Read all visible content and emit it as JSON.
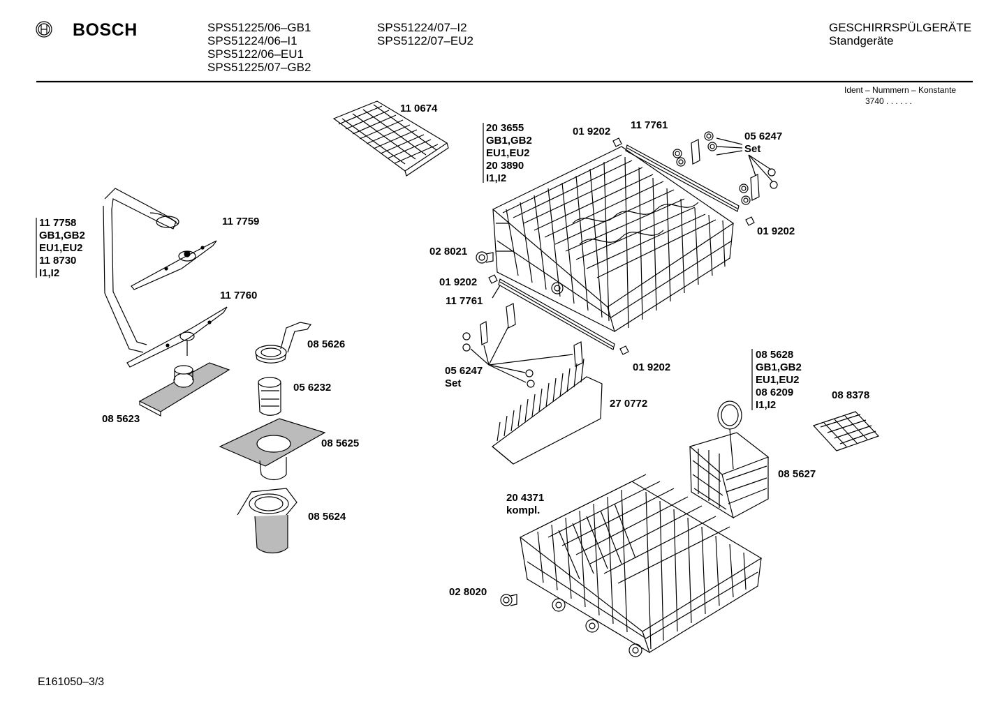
{
  "header": {
    "brand": "BOSCH",
    "models_col1": [
      "SPS51225/06–GB1",
      "SPS51224/06–I1",
      "SPS5122/06–EU1",
      "SPS51225/07–GB2"
    ],
    "models_col2": [
      "SPS51224/07–I2",
      "SPS5122/07–EU2"
    ],
    "category": "GESCHIRRSPÜLGERÄTE",
    "subcategory": "Standgeräte",
    "ident_label": "Ident – Nummern – Konstante",
    "ident_value": "3740 . . . . . ."
  },
  "footer": {
    "doc_id": "E161050–3/3"
  },
  "callouts": {
    "c110674": [
      "11 0674"
    ],
    "c203655": [
      "20 3655",
      "GB1,GB2",
      "EU1,EU2",
      "20 3890",
      "I1,I2"
    ],
    "c019202_top": [
      "01 9202"
    ],
    "c117761_top": [
      "11 7761"
    ],
    "c056247_top": [
      "05 6247",
      "Set"
    ],
    "c019202_right": [
      "01 9202"
    ],
    "c028021": [
      "02 8021"
    ],
    "c019202_left": [
      "01 9202"
    ],
    "c117761_left": [
      "11 7761"
    ],
    "c056247_left": [
      "05 6247",
      "Set"
    ],
    "c019202_bottom": [
      "01 9202"
    ],
    "c117758": [
      "11 7758",
      "GB1,GB2",
      "EU1,EU2",
      "11 8730",
      "I1,I2"
    ],
    "c117759": [
      "11 7759"
    ],
    "c117760": [
      "11 7760"
    ],
    "c085626": [
      "08 5626"
    ],
    "c056232": [
      "05 6232"
    ],
    "c085623": [
      "08 5623"
    ],
    "c085625": [
      "08 5625"
    ],
    "c085624": [
      "08 5624"
    ],
    "c270772": [
      "27 0772"
    ],
    "c085628": [
      "08 5628",
      "GB1,GB2",
      "EU1,EU2",
      "08 6209",
      "I1,I2"
    ],
    "c088378": [
      "08 8378"
    ],
    "c085627": [
      "08 5627"
    ],
    "c204371": [
      "20 4371",
      "kompl."
    ],
    "c028020": [
      "02 8020"
    ]
  }
}
